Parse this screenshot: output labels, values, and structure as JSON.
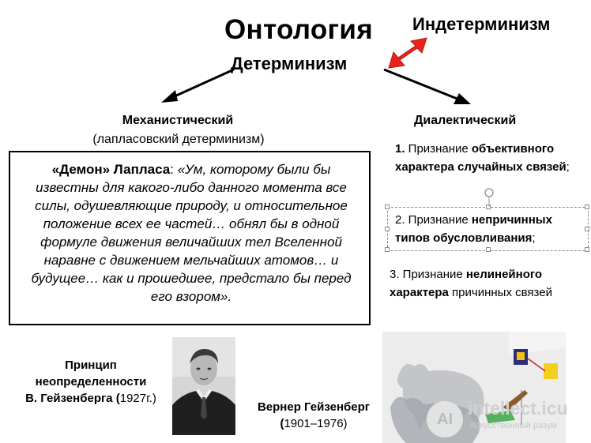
{
  "title": "Онтология",
  "indeterminism": "Индетерминизм",
  "determinism": "Детерминизм",
  "mechanistic": {
    "heading": "Механистический",
    "subtitle": "(лапласовский детерминизм)",
    "quote_author": "«Демон» Лапласа",
    "quote_colon": ": ",
    "quote_text": "«Ум, которому были бы известны для какого-либо данного момента все силы, одушевляющие природу, и относительное положение всех ее частей… обнял бы в одной формуле движения величайших тел Вселенной наравне с движением мельчайших атомов… и будущее… как и прошедшее, предстало бы перед его взором»."
  },
  "dialectical": {
    "heading": "Диалектический",
    "points": [
      {
        "num": "1.",
        "pre": " Признание ",
        "bold": "объективного характера случайных связей",
        "post": ";"
      },
      {
        "num": "2.",
        "pre": " Признание ",
        "bold": "непричинных типов обусловливания",
        "post": ";"
      },
      {
        "num": "3.",
        "pre": " Признание ",
        "bold": "нелинейного характера",
        "post": " причинных связей"
      }
    ]
  },
  "principle": {
    "line1": "Принцип",
    "line2": "неопределенности",
    "line3_bold": "В. Гейзенберга (",
    "line3_plain": "1927г.)"
  },
  "heisenberg": {
    "name": "Вернер Гейзенберг",
    "years_bold": "(",
    "years_plain": "1901–1976)"
  },
  "watermark": {
    "logo": "AI",
    "brand": "intellect.icu",
    "sub": "Искусственный разум"
  },
  "colors": {
    "double_arrow": "#e8231a",
    "arrow": "#000000"
  }
}
